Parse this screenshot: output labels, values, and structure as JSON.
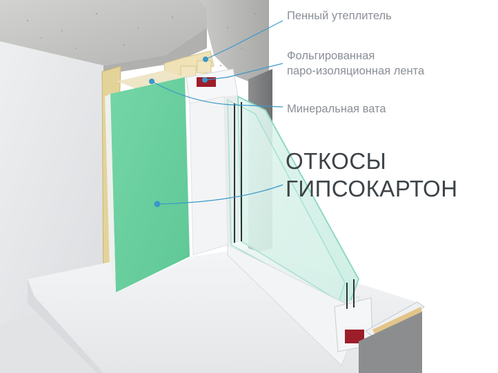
{
  "callouts": [
    {
      "label": "Пенный утеплитель"
    },
    {
      "label_line1": "Фольгированная",
      "label_line2": "паро-изоляционная лента"
    },
    {
      "label": "Минеральная вата"
    }
  ],
  "main_title": {
    "line1": "ОТКОСЫ",
    "line2": "ГИПСОКАРТОН"
  },
  "colors": {
    "accent": "#3a98c9",
    "drywall": "#6dd0a0",
    "concrete": "#b9b9b7",
    "wall_plaster": "#e6e7e9",
    "frame": "#f6f7f8",
    "glass": "#cdeee6",
    "reinforcement": "#9c1e2a",
    "timber": "#e6d49a"
  }
}
